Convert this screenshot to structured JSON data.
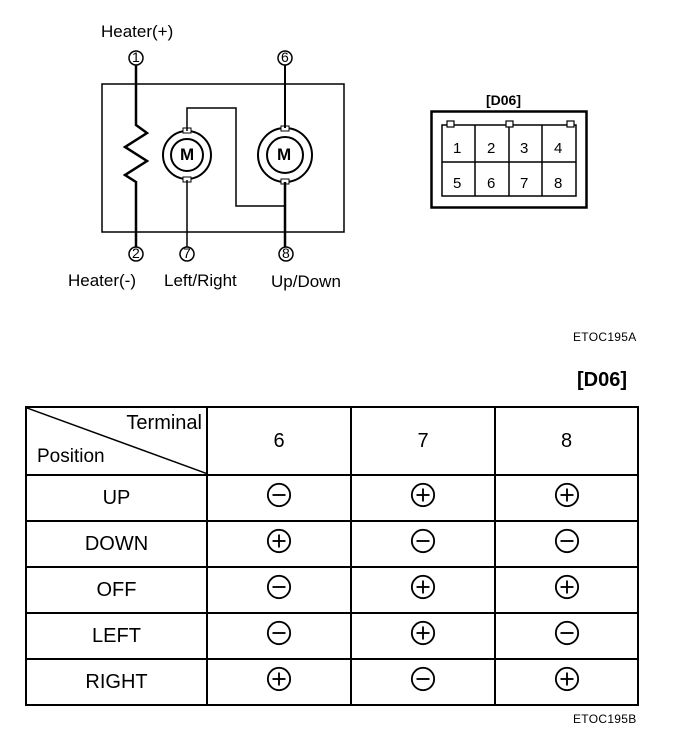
{
  "diagram": {
    "pins_top": {
      "p1": "1",
      "p6": "6"
    },
    "pins_bottom": {
      "p2": "2",
      "p7": "7",
      "p8": "8"
    },
    "labels": {
      "heater_plus": "Heater(+)",
      "heater_minus": "Heater(-)",
      "left_right": "Left/Right",
      "up_down": "Up/Down"
    },
    "motor1": "M",
    "motor2": "M",
    "code_top": "ETOC195A"
  },
  "connector": {
    "title": "[D06]",
    "pins": [
      "1",
      "2",
      "3",
      "4",
      "5",
      "6",
      "7",
      "8"
    ]
  },
  "table": {
    "title": "[D06]",
    "header": {
      "terminal": "Terminal",
      "position": "Position",
      "columns": [
        "6",
        "7",
        "8"
      ]
    },
    "rows": [
      {
        "position": "UP",
        "signs": [
          "-",
          "+",
          "+"
        ]
      },
      {
        "position": "DOWN",
        "signs": [
          "+",
          "-",
          "-"
        ]
      },
      {
        "position": "OFF",
        "signs": [
          "-",
          "+",
          "+"
        ]
      },
      {
        "position": "LEFT",
        "signs": [
          "-",
          "+",
          "-"
        ]
      },
      {
        "position": "RIGHT",
        "signs": [
          "+",
          "-",
          "+"
        ]
      }
    ]
  },
  "code_bottom": "ETOC195B"
}
